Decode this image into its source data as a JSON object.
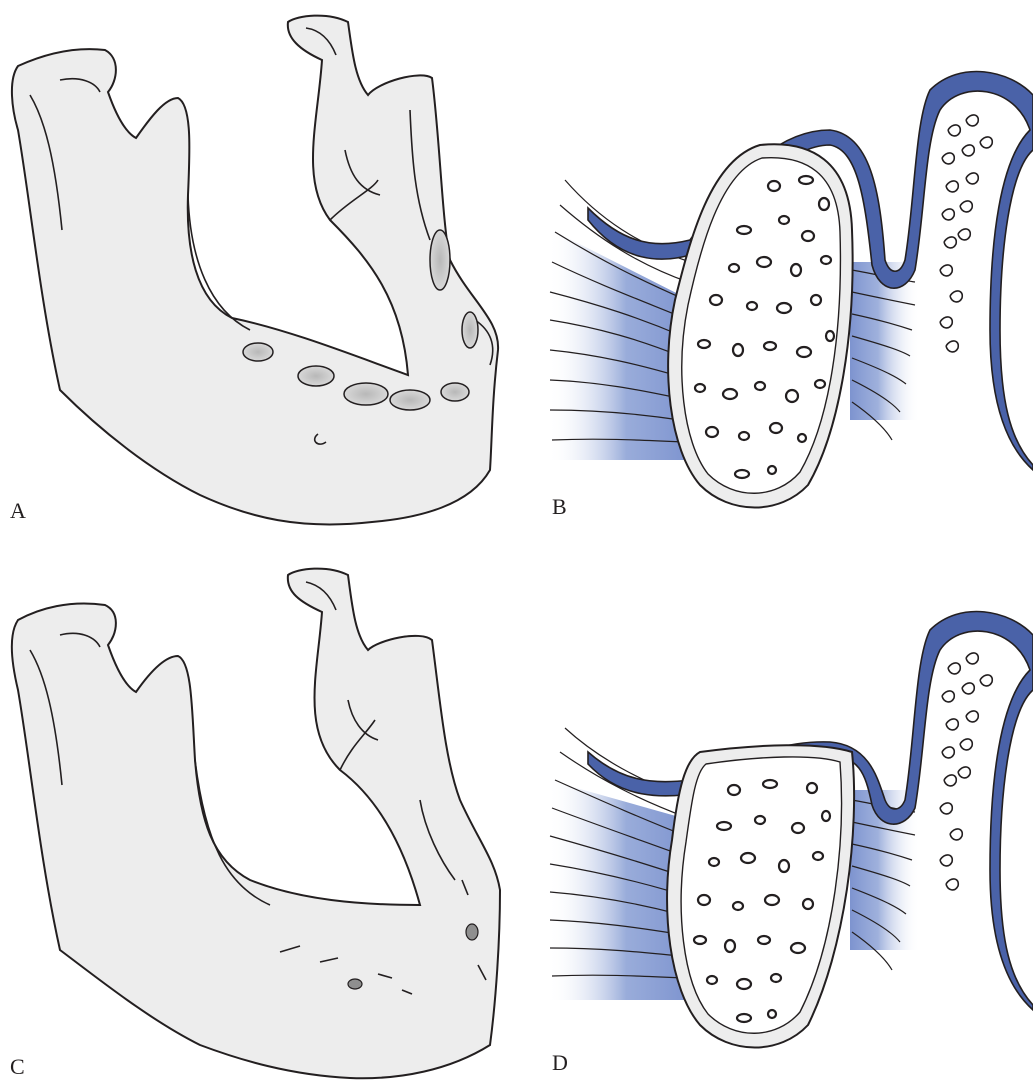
{
  "panels": [
    {
      "label": "A"
    },
    {
      "label": "B"
    },
    {
      "label": "C"
    },
    {
      "label": "D"
    }
  ],
  "colors": {
    "bone_fill": "#ededed",
    "outline": "#231f20",
    "mucosa_blue": "#4a62a8",
    "muscle_blue": "#8ea3d6",
    "ridge_shadow": "#c4c4c4"
  }
}
